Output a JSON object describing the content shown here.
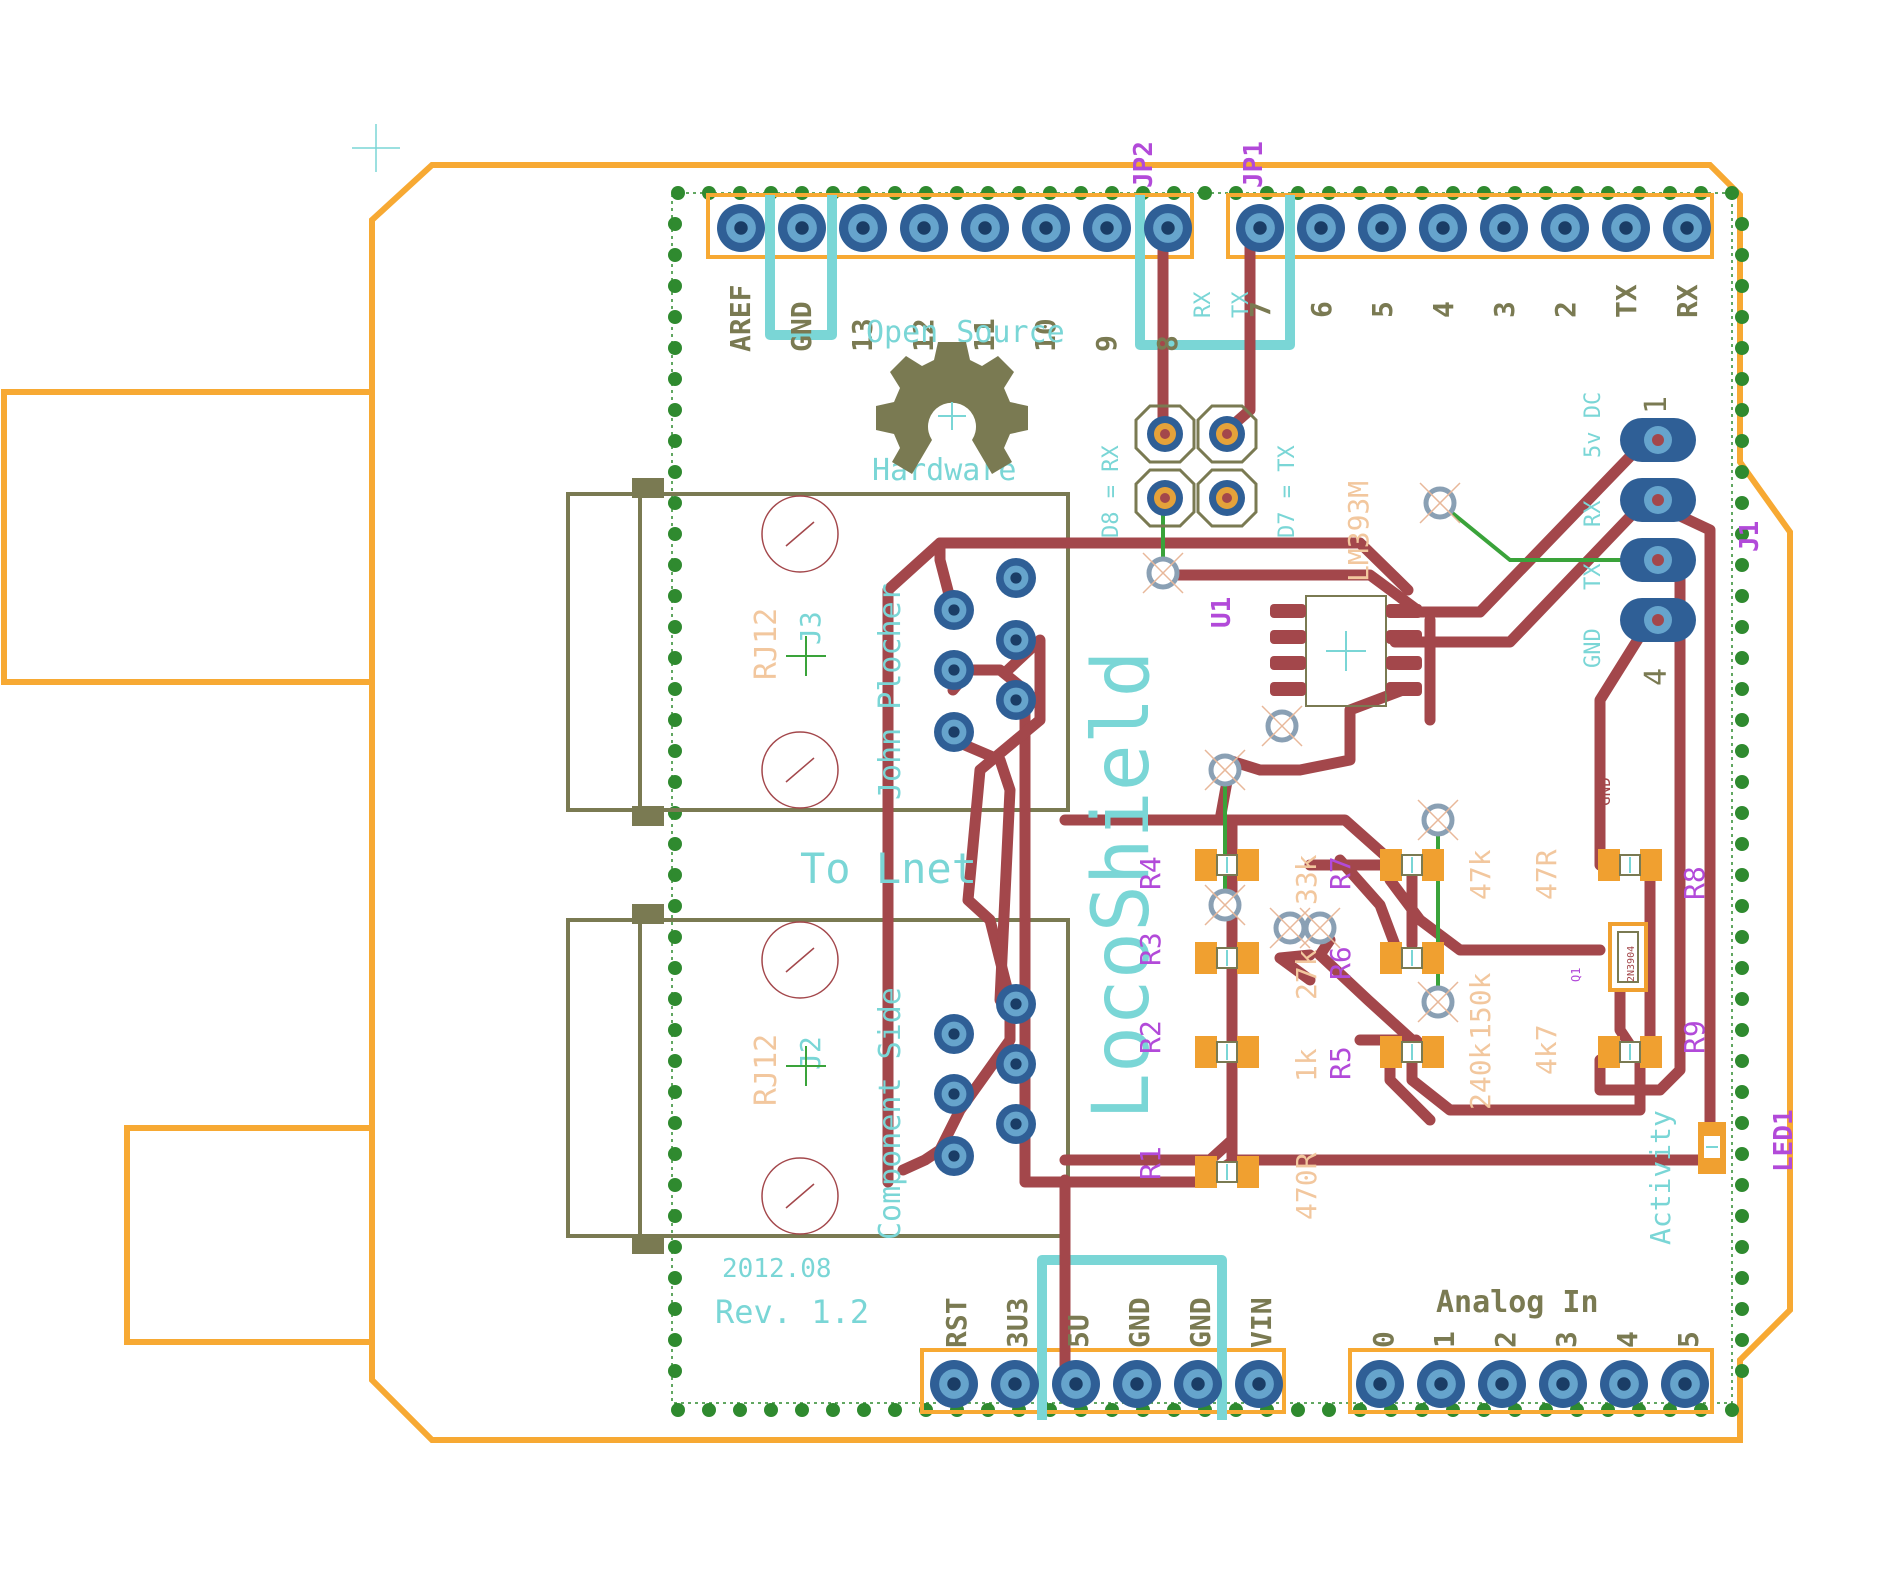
{
  "board": {
    "title": "LocoShield",
    "author": "John Plocher",
    "side": "Component Side",
    "logo_top": "Open Source",
    "logo_bottom": "Hardware",
    "date": "2012.08",
    "revision": "Rev. 1.2",
    "lnet": "To Lnet",
    "activity": "Activity"
  },
  "headers": {
    "top_left_pins": [
      "AREF",
      "GND",
      "13",
      "12",
      "11",
      "10",
      "9",
      "8"
    ],
    "top_right_pins": [
      "7",
      "6",
      "5",
      "4",
      "3",
      "2",
      "TX",
      "RX"
    ],
    "power_pins": [
      "RST",
      "3U3",
      "5U",
      "GND",
      "GND",
      "VIN"
    ],
    "analog_title": "Analog In",
    "analog_pins": [
      "0",
      "1",
      "2",
      "3",
      "4",
      "5"
    ]
  },
  "jumpers": {
    "jp1": "JP1",
    "jp2": "JP2",
    "rx_small": "RX",
    "tx_small": "TX",
    "d8_label": "D8 = RX",
    "d7_label": "D7 = TX"
  },
  "chip": {
    "ref": "U1",
    "part": "LM393M"
  },
  "connector_j1": {
    "ref": "J1",
    "pin1": "1",
    "pin4": "4",
    "labels": [
      "5v DC",
      "RX",
      "TX",
      "GND"
    ]
  },
  "jacks": [
    {
      "ref": "J3",
      "type": "RJ12"
    },
    {
      "ref": "J2",
      "type": "RJ12"
    }
  ],
  "resistors": [
    {
      "ref": "R1",
      "value": "470R"
    },
    {
      "ref": "R2",
      "value": "1k"
    },
    {
      "ref": "R3",
      "value": "27k"
    },
    {
      "ref": "R4",
      "value": "33k"
    },
    {
      "ref": "R5",
      "value": "240k"
    },
    {
      "ref": "R6",
      "value": "150k"
    },
    {
      "ref": "R7",
      "value": "47k"
    },
    {
      "ref": "R8",
      "value": "47R"
    },
    {
      "ref": "R9",
      "value": "4k7"
    }
  ],
  "q1": {
    "ref": "Q1",
    "small": "2N3904"
  },
  "led": {
    "ref": "LED1"
  },
  "misc": {
    "gnd": "GND"
  },
  "colors": {
    "outline": "#f7a933",
    "via_ring": "#2f5f96",
    "pad": "#66a4cc",
    "trace": "#a3474b",
    "silk": "#7ad6d6",
    "tdocu": "#7a7a52",
    "names": "#b24ad9",
    "values": "#f2c79e",
    "smd": "#f0a030",
    "dots": "#2f8a2f",
    "airwire": "#3aa33a"
  }
}
